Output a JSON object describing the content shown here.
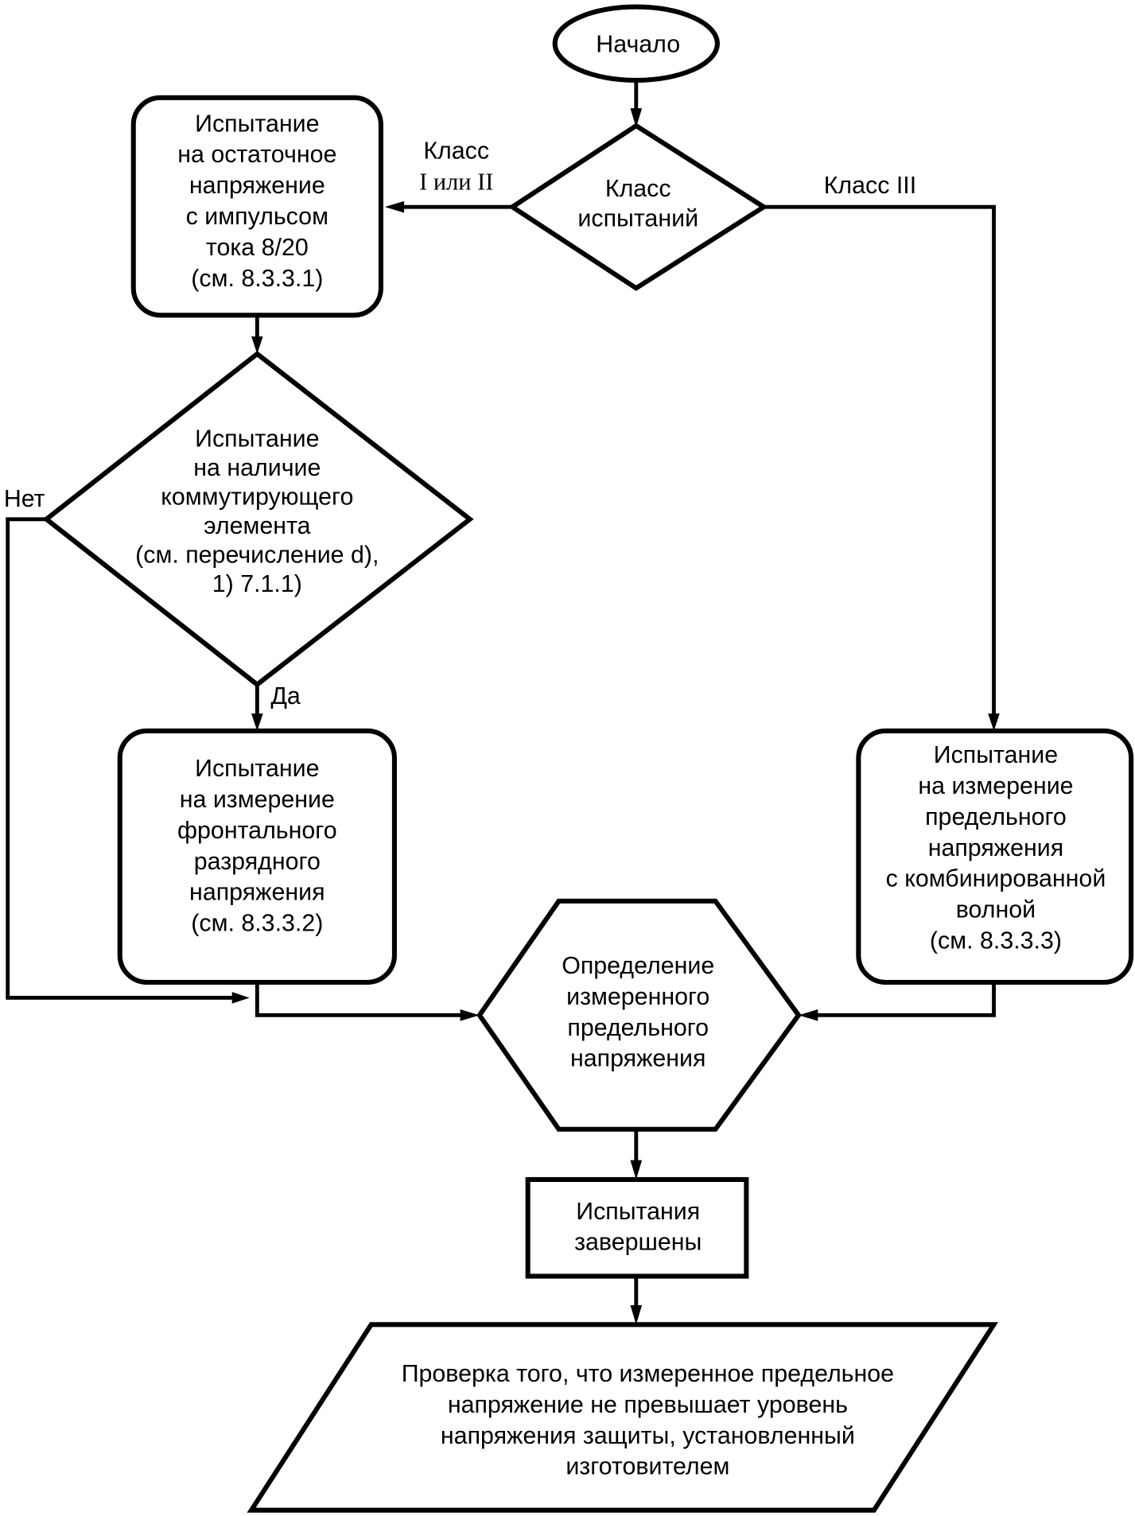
{
  "colors": {
    "stroke": "#000000",
    "background": "#ffffff"
  },
  "nodes": {
    "start": {
      "lines": [
        "Начало"
      ]
    },
    "class_decision": {
      "lines": [
        "Класс",
        "испытаний"
      ]
    },
    "residual_test": {
      "lines": [
        "Испытание",
        "на остаточное",
        "напряжение",
        "с импульсом",
        "тока 8/20",
        "(см. 8.3.3.1)"
      ]
    },
    "switch_decision": {
      "lines": [
        "Испытание",
        "на наличие",
        "коммутирующего",
        "элемента",
        "(см. перечисление d),",
        "1) 7.1.1)"
      ]
    },
    "front_test": {
      "lines": [
        "Испытание",
        "на измерение",
        "фронтального",
        "разрядного",
        "напряжения",
        "(см. 8.3.3.2)"
      ]
    },
    "combo_test": {
      "lines": [
        "Испытание",
        "на измерение",
        "предельного",
        "напряжения",
        "с комбинированной",
        "волной",
        "(см. 8.3.3.3)"
      ]
    },
    "determine": {
      "lines": [
        "Определение",
        "измеренного",
        "предельного",
        "напряжения"
      ]
    },
    "done": {
      "lines": [
        "Испытания",
        "завершены"
      ]
    },
    "verify": {
      "lines": [
        "Проверка того, что измеренное предельное",
        "напряжение не превышает уровень",
        "напряжения защиты, установленный",
        "изготовителем"
      ]
    }
  },
  "edge_labels": {
    "class_1_2": [
      "Класс",
      "I или II"
    ],
    "class_3": "Класс III",
    "no": "Нет",
    "yes": "Да"
  }
}
